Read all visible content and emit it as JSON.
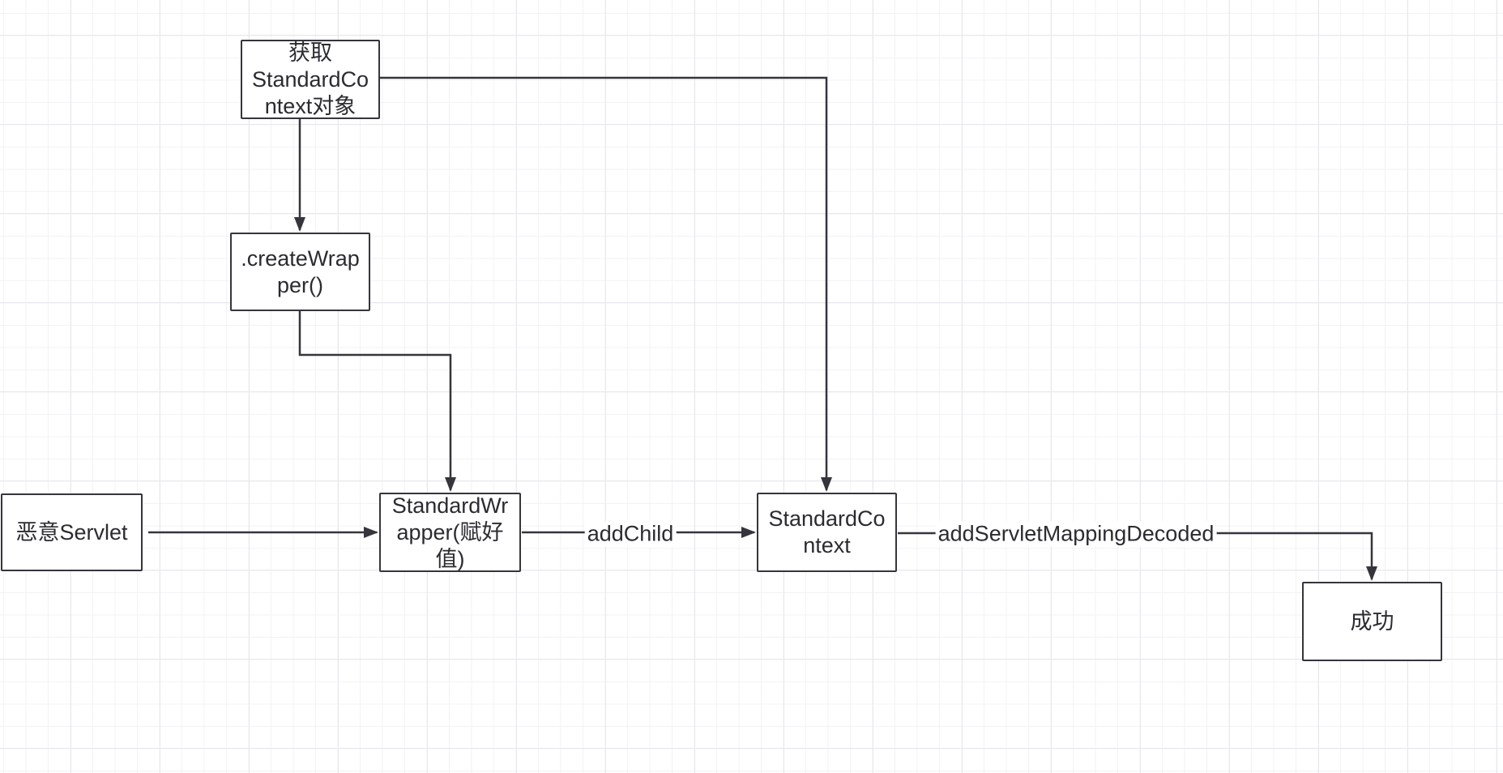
{
  "canvas": {
    "background": "#ffffff",
    "grid_minor_color": "#f3f3f6",
    "grid_major_color": "#e8e8ed",
    "stroke_color": "#35353d",
    "text_color": "#2b2b31",
    "node_fill": "#ffffff"
  },
  "nodes": {
    "get_context": {
      "label": "获取\nStandardCo\nntext对象"
    },
    "create_wrapper": {
      "label": ".createWrap\nper()"
    },
    "malicious_servlet": {
      "label": "恶意Servlet"
    },
    "standard_wrapper": {
      "label": "StandardWr\napper(赋好\n值)"
    },
    "standard_context": {
      "label": "StandardCo\nntext"
    },
    "success": {
      "label": "成功"
    }
  },
  "edges": {
    "add_child": {
      "label": "addChild"
    },
    "add_servlet_mapping_decoded": {
      "label": "addServletMappingDecoded"
    }
  }
}
